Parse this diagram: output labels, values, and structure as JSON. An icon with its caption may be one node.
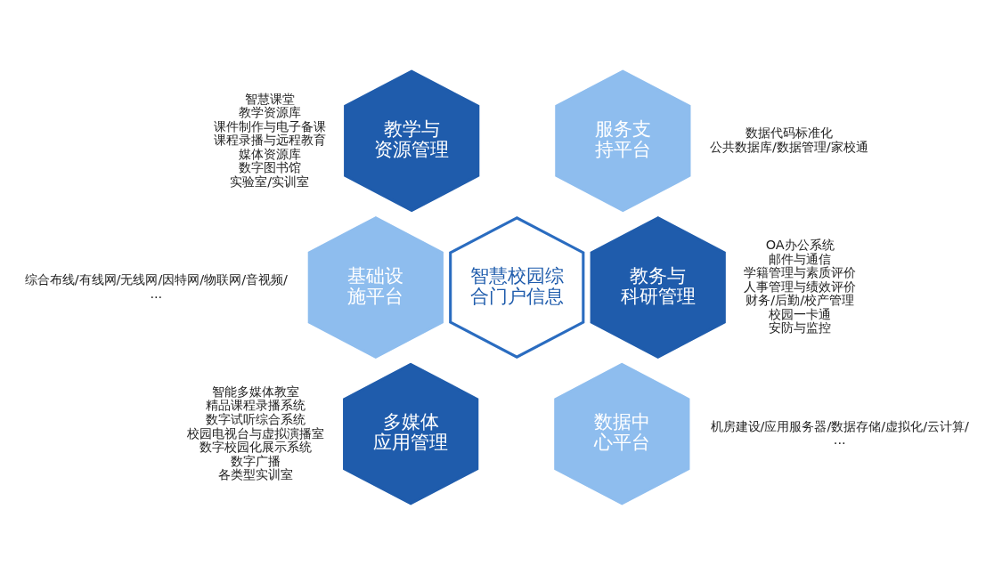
{
  "diagram": {
    "nodes": [
      {
        "text": [
          "教学与资源管理"
        ],
        "beside": [
          "智慧课堂",
          "教学资源库",
          "课件制作与电子备课",
          "课程录播与远程教育",
          "媒体资源库",
          "数字图书馆",
          "实验室/实训室"
        ]
      },
      {
        "text": [
          "服务支持平台"
        ],
        "beside": [
          "数据代码标准化",
          "公共数据库/数据管理/家校通"
        ]
      },
      {
        "text": [
          "基础设施平台"
        ],
        "beside": [
          "综合布线/有线网/无线网/因特网/物联网/音视频/..."
        ]
      },
      {
        "text": [
          "智慧校园综合门户信息"
        ]
      },
      {
        "text": [
          "教务与科研管理"
        ],
        "beside": [
          "OA办公系统",
          "邮件与通信",
          "学籍管理与素质评价",
          "人事管理与绩效评价",
          "财务/后勤/校产管理",
          "校园一卡通",
          "安防与监控"
        ]
      },
      {
        "text": [
          "多媒体应用管理"
        ],
        "beside": [
          "智能多媒体教室",
          "精品课程录播系统",
          "数字试听综合系统",
          "校园电视台与虚拟演播室",
          "数字校园化展示系统",
          "数字广播",
          "各类型实训室"
        ]
      },
      {
        "text": [
          "数据中心平台"
        ],
        "beside": [
          "机房建设/应用服务器/数据存储/虚拟化/云计算/..."
        ]
      }
    ]
  }
}
